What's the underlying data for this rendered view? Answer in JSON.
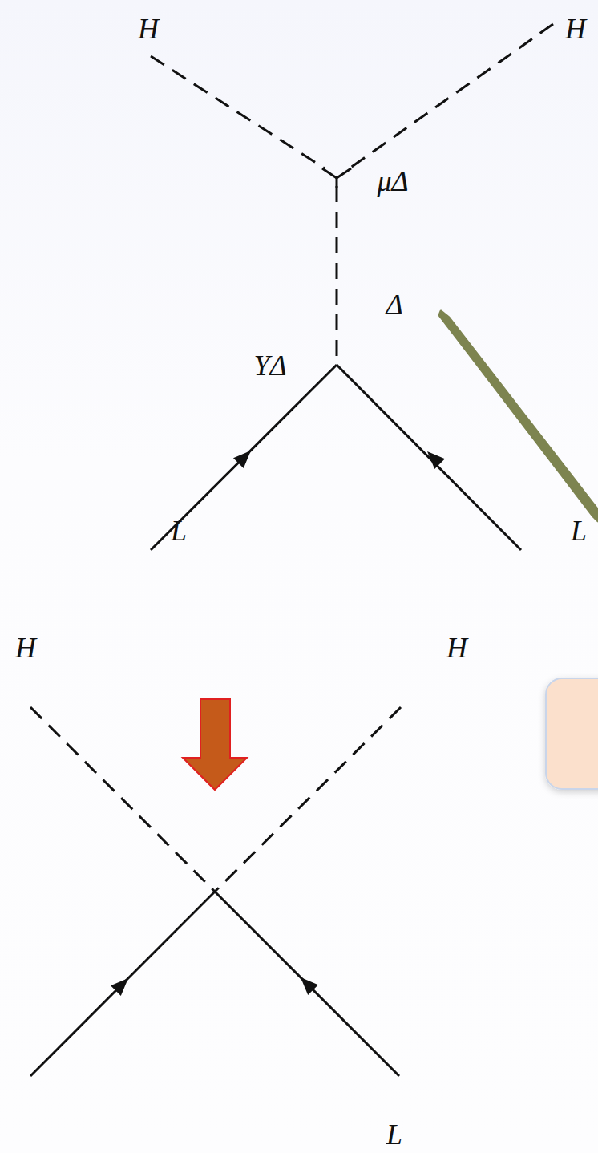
{
  "diagram": {
    "labels": [
      "H",
      "H",
      "μΔ",
      "Δ",
      "YΔ",
      "L",
      "L",
      "H",
      "H",
      "L"
    ]
  }
}
